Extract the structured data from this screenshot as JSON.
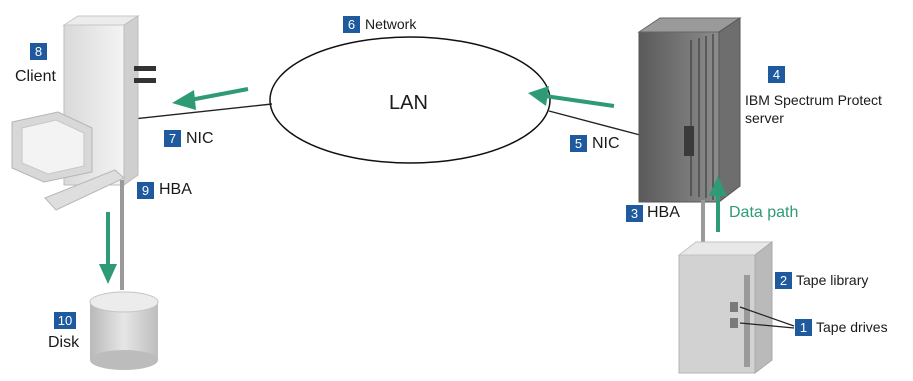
{
  "diagram": {
    "lan_label": "LAN",
    "network": {
      "number": "6",
      "label": "Network"
    },
    "client": {
      "number": "8",
      "label": "Client"
    },
    "client_nic": {
      "number": "7",
      "label": "NIC"
    },
    "client_hba": {
      "number": "9",
      "label": "HBA"
    },
    "disk": {
      "number": "10",
      "label": "Disk"
    },
    "server": {
      "number": "4",
      "label_line1": "IBM Spectrum Protect",
      "label_line2": "server"
    },
    "server_nic": {
      "number": "5",
      "label": "NIC"
    },
    "server_hba": {
      "number": "3",
      "label": "HBA"
    },
    "data_path": {
      "label": "Data path"
    },
    "tape_library": {
      "number": "2",
      "label": "Tape library"
    },
    "tape_drives": {
      "number": "1",
      "label": "Tape drives"
    }
  },
  "colors": {
    "badge": "#1f5a9e",
    "arrow": "#2e9b74"
  }
}
